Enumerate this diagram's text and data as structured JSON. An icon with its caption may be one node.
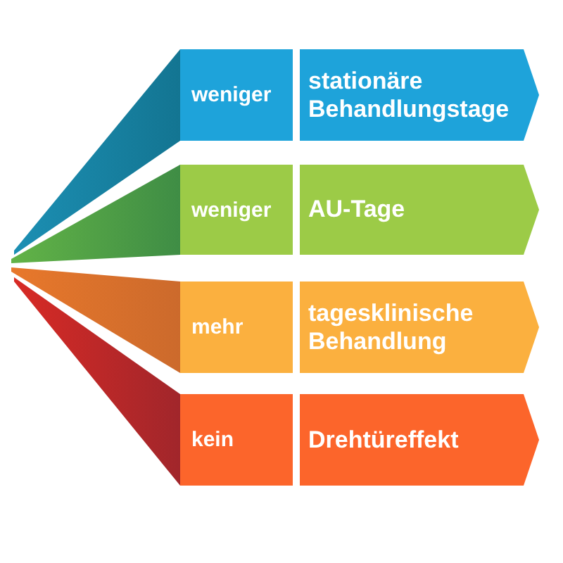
{
  "diagram": {
    "nodes": [
      {
        "text": [
          "weniger"
        ]
      },
      {
        "text": [
          "stationäre Behandlungstage"
        ]
      },
      {
        "text": [
          "weniger"
        ]
      },
      {
        "text": [
          "AU-Tage"
        ]
      },
      {
        "text": [
          "mehr"
        ]
      },
      {
        "text": [
          "tagesklinische Behandlung"
        ]
      },
      {
        "text": [
          "kein"
        ]
      },
      {
        "text": [
          "Drehtüreffekt"
        ]
      }
    ]
  }
}
